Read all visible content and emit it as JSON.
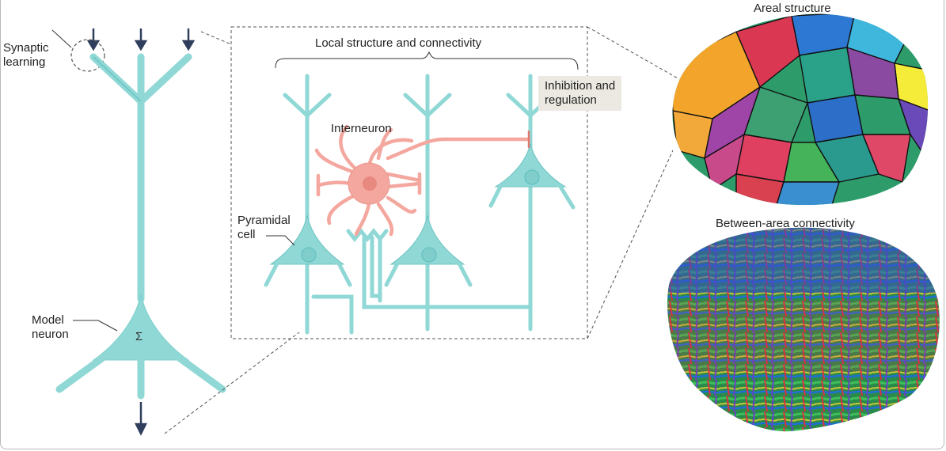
{
  "labels": {
    "synaptic_learning_1": "Synaptic",
    "synaptic_learning_2": "learning",
    "model_neuron_1": "Model",
    "model_neuron_2": "neuron",
    "sigma": "Σ",
    "local_structure": "Local structure and connectivity",
    "interneuron": "Interneuron",
    "inhibition_1": "Inhibition and",
    "inhibition_2": "regulation",
    "pyramidal_1": "Pyramidal",
    "pyramidal_2": "cell",
    "areal_structure": "Areal structure",
    "between_area": "Between-area connectivity"
  },
  "colors": {
    "neuron_fill": "#8fd8d6",
    "neuron_stroke": "#5cbcbc",
    "interneuron_fill": "#f4a79e",
    "interneuron_stroke": "#e07a70",
    "arrow": "#2f3e5c",
    "dash": "#555555",
    "label_box": "#ece9e2"
  },
  "icons": {
    "input_arrow": "down-arrow-icon",
    "output_arrow": "down-arrow-icon"
  }
}
